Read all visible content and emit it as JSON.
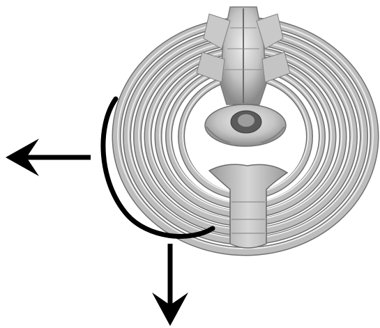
{
  "figure": {
    "subject": "ribcage-superior-view",
    "background": "#ffffff",
    "bone_color": "#bdbdbd",
    "bone_shadow": "#6f6f6f",
    "bone_highlight": "#ebebeb",
    "annotation_color": "#000000",
    "arrows": [
      {
        "name": "lateral-expansion-arrow",
        "direction": "left"
      },
      {
        "name": "anterior-expansion-arrow",
        "direction": "down"
      }
    ],
    "curve": {
      "name": "rib-motion-arc",
      "shape": "bucket-handle"
    }
  }
}
